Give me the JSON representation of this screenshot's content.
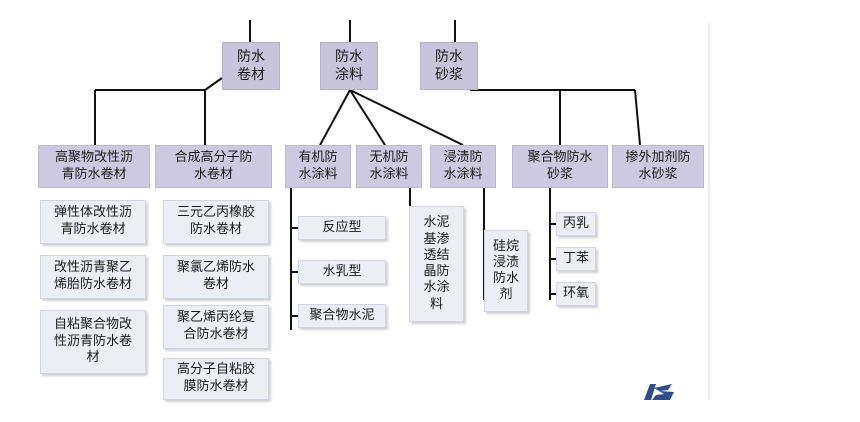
{
  "categories": [
    {
      "key": "juancai",
      "label": "防水\n卷材"
    },
    {
      "key": "tuliao",
      "label": "防水\n涂料"
    },
    {
      "key": "shajiang",
      "label": "防水\n砂浆"
    }
  ],
  "subcategories": [
    {
      "key": "gaojuwu",
      "label": "高聚物改性沥\n青防水卷材"
    },
    {
      "key": "hecheng",
      "label": "合成高分子防\n水卷材"
    },
    {
      "key": "youji",
      "label": "有机防\n水涂料"
    },
    {
      "key": "wuji",
      "label": "无机防\n水涂料"
    },
    {
      "key": "jinzi",
      "label": "浸渍防\n水涂料"
    },
    {
      "key": "juhewu",
      "label": "聚合物防水\n砂浆"
    },
    {
      "key": "canwai",
      "label": "掺外加剂防\n水砂浆"
    }
  ],
  "leaves": {
    "gaojuwu": [
      "弹性体改性沥\n青防水卷材",
      "改性沥青聚乙\n烯胎防水卷材",
      "自粘聚合物改\n性沥青防水卷\n材"
    ],
    "hecheng": [
      "三元乙丙橡胶\n防水卷材",
      "聚氯乙烯防水\n卷材",
      "聚乙烯丙纶复\n合防水卷材",
      "高分子自粘胶\n膜防水卷材"
    ],
    "youji": [
      "反应型",
      "水乳型",
      "聚合物水泥"
    ],
    "wuji": [
      "水泥\n基渗\n透结\n晶防\n水涂\n料"
    ],
    "jinzi": [
      "硅烷\n浸渍\n防水\n剂"
    ],
    "juhewu": [
      "丙乳",
      "丁苯",
      "环氧"
    ]
  },
  "colors": {
    "category_fill": "#c8c4dc",
    "subcategory_fill": "#ccc9e0",
    "leaf_fill": "#ecedf5",
    "connector": "#111111",
    "logo": "#2c4f8c"
  },
  "icons": {
    "logo": "watermark-logo-icon"
  }
}
